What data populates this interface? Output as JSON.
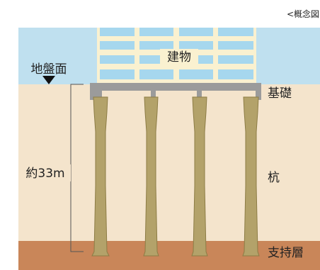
{
  "caption": "<概念図",
  "labels": {
    "ground_surface": "地盤面",
    "building": "建物",
    "foundation": "基礎",
    "depth": "約33m",
    "pile": "杭",
    "bearing_layer": "支持層"
  },
  "colors": {
    "sky": "#bfe0ef",
    "soil": "#f4e4cc",
    "bearing_layer": "#c98659",
    "building_fill": "#a6d7ee",
    "building_frame": "#faf1d0",
    "foundation": "#9b9b9b",
    "pile": "#b3a26a",
    "pile_edge": "#8c7c45",
    "text": "#222222"
  },
  "pile_count": 4
}
